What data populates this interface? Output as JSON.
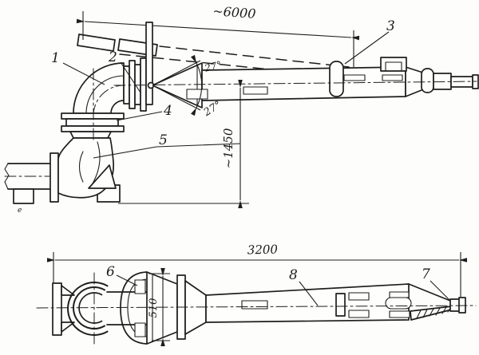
{
  "colors": {
    "background": "#fdfdfb",
    "ink": "#1e1e1e"
  },
  "side_view": {
    "dimensions": {
      "overall_length": "~6000",
      "height_to_axis": "~1450",
      "elevation_angle": "27°",
      "depression_angle": "27°"
    },
    "part_labels": {
      "p1": "1",
      "p2": "2",
      "p3": "3",
      "p4": "4",
      "p5": "5"
    },
    "stray_mark": "е"
  },
  "plan_view": {
    "dimensions": {
      "barrel_length": "3200",
      "body_width": "510"
    },
    "part_labels": {
      "p6": "6",
      "p7": "7",
      "p8": "8"
    }
  }
}
